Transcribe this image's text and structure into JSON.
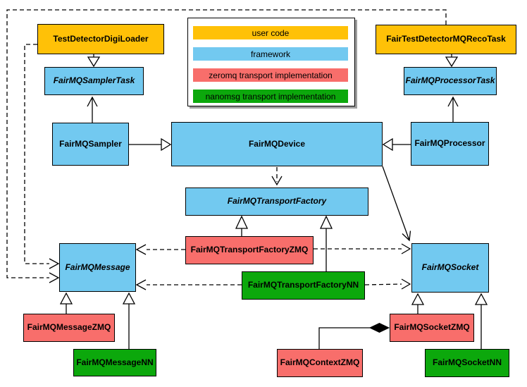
{
  "diagram": {
    "kind": "uml-class-diagram",
    "palette": {
      "user-code": "#FFC107",
      "framework": "#72C9F0",
      "zeromq": "#F86E6B",
      "nanomsg": "#0CA80C",
      "border": "#000000",
      "background": "#FFFFFF",
      "legend_shadow": "#9E9E9E"
    },
    "legend": {
      "items": [
        {
          "label": "user code",
          "category": "user-code",
          "color": "#FFC107"
        },
        {
          "label": "framework",
          "category": "framework",
          "color": "#72C9F0"
        },
        {
          "label": "zeromq transport implementation",
          "category": "zeromq",
          "color": "#F86E6B"
        },
        {
          "label": "nanomsg transport implementation",
          "category": "nanomsg",
          "color": "#0CA80C"
        }
      ]
    },
    "nodes": {
      "test_detector_digi_loader": {
        "label": "TestDetectorDigiLoader",
        "category": "user-code",
        "abstract": false
      },
      "fair_test_detector_mq_reco_task": {
        "label": "FairTestDetectorMQRecoTask",
        "category": "user-code",
        "abstract": false
      },
      "fairmq_sampler_task": {
        "label": "FairMQSamplerTask",
        "category": "framework",
        "abstract": true
      },
      "fairmq_processor_task": {
        "label": "FairMQProcessorTask",
        "category": "framework",
        "abstract": true
      },
      "fairmq_sampler": {
        "label": "FairMQSampler",
        "category": "framework",
        "abstract": false
      },
      "fairmq_device": {
        "label": "FairMQDevice",
        "category": "framework",
        "abstract": false
      },
      "fairmq_processor": {
        "label": "FairMQProcessor",
        "category": "framework",
        "abstract": false
      },
      "fairmq_transport_factory": {
        "label": "FairMQTransportFactory",
        "category": "framework",
        "abstract": true
      },
      "fairmq_transport_factory_zmq": {
        "label": "FairMQTransportFactoryZMQ",
        "category": "zeromq",
        "abstract": false
      },
      "fairmq_transport_factory_nn": {
        "label": "FairMQTransportFactoryNN",
        "category": "nanomsg",
        "abstract": false
      },
      "fairmq_message": {
        "label": "FairMQMessage",
        "category": "framework",
        "abstract": true
      },
      "fairmq_socket": {
        "label": "FairMQSocket",
        "category": "framework",
        "abstract": true
      },
      "fairmq_message_zmq": {
        "label": "FairMQMessageZMQ",
        "category": "zeromq",
        "abstract": false
      },
      "fairmq_message_nn": {
        "label": "FairMQMessageNN",
        "category": "nanomsg",
        "abstract": false
      },
      "fairmq_socket_zmq": {
        "label": "FairMQSocketZMQ",
        "category": "zeromq",
        "abstract": false
      },
      "fairmq_socket_nn": {
        "label": "FairMQSocketNN",
        "category": "nanomsg",
        "abstract": false
      },
      "fairmq_context_zmq": {
        "label": "FairMQContextZMQ",
        "category": "zeromq",
        "abstract": false
      }
    },
    "edges": [
      {
        "from": "TestDetectorDigiLoader",
        "to": "FairMQSamplerTask",
        "type": "inheritance"
      },
      {
        "from": "FairTestDetectorMQRecoTask",
        "to": "FairMQProcessorTask",
        "type": "inheritance"
      },
      {
        "from": "FairMQSampler",
        "to": "FairMQDevice",
        "type": "inheritance"
      },
      {
        "from": "FairMQProcessor",
        "to": "FairMQDevice",
        "type": "inheritance"
      },
      {
        "from": "FairMQSampler",
        "to": "FairMQSamplerTask",
        "type": "association"
      },
      {
        "from": "FairMQProcessor",
        "to": "FairMQProcessorTask",
        "type": "association"
      },
      {
        "from": "FairMQDevice",
        "to": "FairMQSocket",
        "type": "association"
      },
      {
        "from": "FairMQDevice",
        "to": "FairMQTransportFactory",
        "type": "dependency"
      },
      {
        "from": "TestDetectorDigiLoader",
        "to": "FairMQMessage",
        "type": "dependency"
      },
      {
        "from": "FairTestDetectorMQRecoTask",
        "to": "FairMQMessage",
        "type": "dependency"
      },
      {
        "from": "FairMQTransportFactoryZMQ",
        "to": "FairMQTransportFactory",
        "type": "inheritance"
      },
      {
        "from": "FairMQTransportFactoryNN",
        "to": "FairMQTransportFactory",
        "type": "inheritance"
      },
      {
        "from": "FairMQTransportFactoryZMQ",
        "to": "FairMQMessage",
        "type": "dependency"
      },
      {
        "from": "FairMQTransportFactoryZMQ",
        "to": "FairMQSocket",
        "type": "dependency"
      },
      {
        "from": "FairMQTransportFactoryNN",
        "to": "FairMQMessage",
        "type": "dependency"
      },
      {
        "from": "FairMQTransportFactoryNN",
        "to": "FairMQSocket",
        "type": "dependency"
      },
      {
        "from": "FairMQMessageZMQ",
        "to": "FairMQMessage",
        "type": "inheritance"
      },
      {
        "from": "FairMQMessageNN",
        "to": "FairMQMessage",
        "type": "inheritance"
      },
      {
        "from": "FairMQSocketZMQ",
        "to": "FairMQSocket",
        "type": "inheritance"
      },
      {
        "from": "FairMQSocketNN",
        "to": "FairMQSocket",
        "type": "inheritance"
      },
      {
        "from": "FairMQContextZMQ",
        "to": "FairMQSocketZMQ",
        "type": "composition"
      }
    ]
  }
}
